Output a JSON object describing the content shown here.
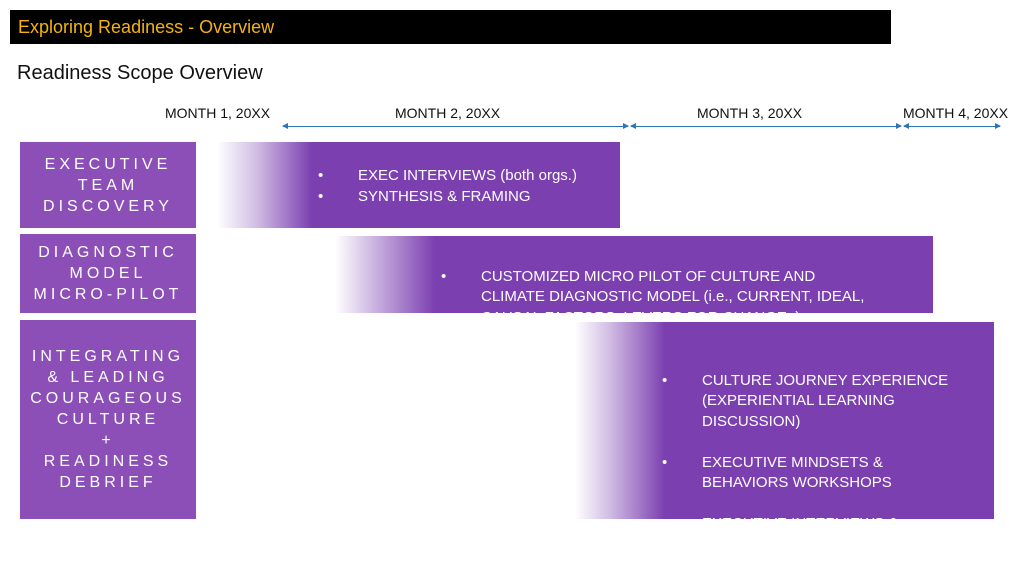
{
  "header": {
    "title": "Exploring Readiness - Overview"
  },
  "page_title": "Readiness Scope Overview",
  "months": [
    "MONTH 1, 20XX",
    "MONTH 2, 20XX",
    "MONTH 3, 20XX",
    "MONTH 4, 20XX"
  ],
  "colors": {
    "header_bg": "#000000",
    "header_text": "#f5b30f",
    "label_bg": "#8b4fb7",
    "bar": "#7b3fb0",
    "arrow": "#2e75b6"
  },
  "rows": [
    {
      "label": "EXECUTIVE\nTEAM\nDISCOVERY",
      "bullets": [
        "EXEC INTERVIEWS (both orgs.)",
        "SYNTHESIS & FRAMING"
      ]
    },
    {
      "label": "DIAGNOSTIC\nMODEL\nMICRO-PILOT",
      "bullets": [
        "CUSTOMIZED MICRO PILOT OF CULTURE AND\nCLIMATE DIAGNOSTIC MODEL (i.e., CURRENT, IDEAL,\nCAUSAL FACTORS, LEVERS FOR CHANGE, )"
      ]
    },
    {
      "label": "INTEGRATING\n& LEADING\nCOURAGEOUS\nCULTURE\n+\nREADINESS\nDEBRIEF",
      "bullets": [
        "CULTURE JOURNEY EXPERIENCE\n(EXPERIENTIAL LEARNING\nDISCUSSION)",
        "EXECUTIVE MINDSETS &\nBEHAVIORS WORKSHOPS",
        "EXECUTIVE INTERVIEWS &\nDIAGNOSTIC MODEL DEBRIEF"
      ]
    }
  ]
}
